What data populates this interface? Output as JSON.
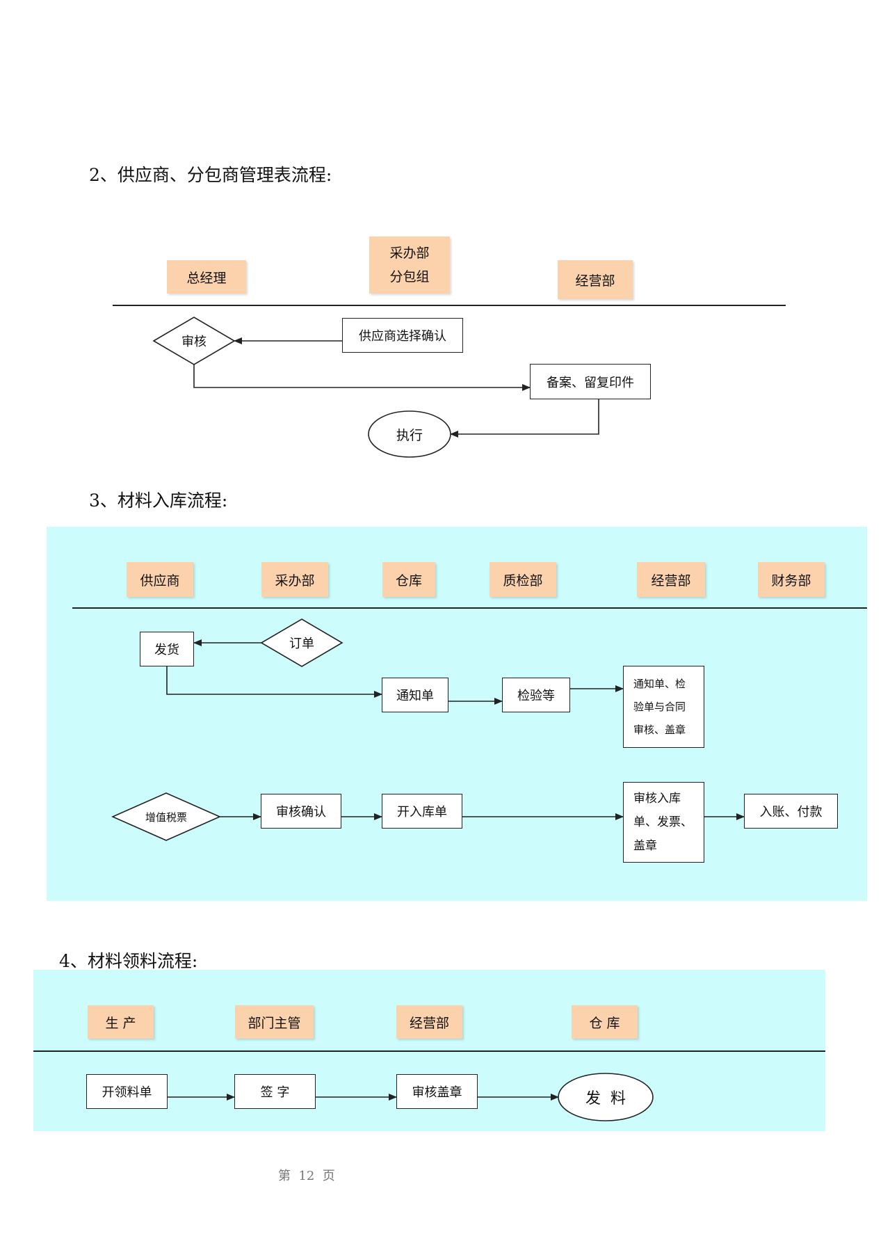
{
  "sections": {
    "s2": {
      "title": "2、供应商、分包商管理表流程:",
      "lanes": {
        "gm": "总经理",
        "proc_line1": "采办部",
        "proc_line2": "分包组",
        "ops": "经营部"
      },
      "nodes": {
        "review": "审核",
        "supplier_confirm": "供应商选择确认",
        "archive": "备案、留复印件",
        "execute": "执行"
      }
    },
    "s3": {
      "title": "3、材料入库流程:",
      "lanes": {
        "supplier": "供应商",
        "proc": "采办部",
        "warehouse": "仓库",
        "qc": "质检部",
        "ops": "经营部",
        "finance": "财务部"
      },
      "nodes": {
        "ship": "发货",
        "order": "订单",
        "notice": "通知单",
        "inspect": "检验等",
        "review_lines": [
          "通知单、检",
          "验单与合同",
          "审核、盖章"
        ],
        "vat": "增值税票",
        "confirm": "审核确认",
        "inbound": "开入库单",
        "stamp_lines": [
          "审核入库",
          "单、发票、",
          "盖章"
        ],
        "pay": "入账、付款"
      }
    },
    "s4": {
      "title": "4、材料领料流程:",
      "lanes": {
        "production": "生 产",
        "dept_head": "部门主管",
        "ops": "经营部",
        "warehouse": "仓 库"
      },
      "nodes": {
        "requisition": "开领料单",
        "sign": "签 字",
        "stamp": "审核盖章",
        "issue": "发  料"
      }
    }
  },
  "footer": {
    "page_label": "第  12  页"
  },
  "colors": {
    "header_fill": "#fbd2ab",
    "panel_fill": "#ccfcfc",
    "line": "#222222"
  }
}
